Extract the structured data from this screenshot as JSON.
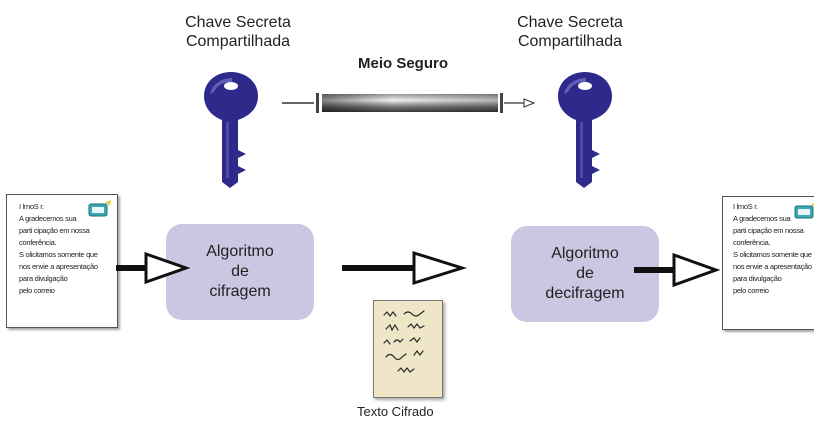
{
  "key_left": {
    "line1": "Chave Secreta",
    "line2": "Compartilhada"
  },
  "key_right": {
    "line1": "Chave Secreta",
    "line2": "Compartilhada"
  },
  "channel": {
    "label": "Meio Seguro"
  },
  "encrypt": {
    "line1": "Algoritmo",
    "line2": "de",
    "line3": "cifragem"
  },
  "decrypt": {
    "line1": "Algoritmo",
    "line2": "de",
    "line3": "decifragem"
  },
  "plaintext_doc": {
    "lines": [
      "I  lmoS r.",
      "  A  gradecemos sua",
      "parti cipação em nossa",
      "conferência.",
      "  S olicitamos somente que",
      "nos envie a apresentação",
      "para divulgação",
      "pelo correio"
    ]
  },
  "cipher_caption": "Texto Cifrado",
  "colors": {
    "key": "#2e2a8c",
    "algo_box": "#c9c7e2",
    "cipher_bg": "#efe6c7"
  }
}
